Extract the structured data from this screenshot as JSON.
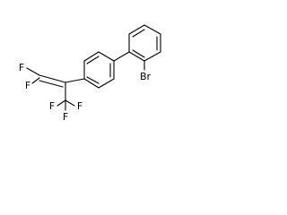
{
  "molecule": {
    "atoms": [
      {
        "id": "F1",
        "label": "F"
      },
      {
        "id": "F2",
        "label": "F"
      },
      {
        "id": "F3",
        "label": "F"
      },
      {
        "id": "F4",
        "label": "F"
      },
      {
        "id": "F5",
        "label": "F"
      },
      {
        "id": "Br",
        "label": "Br"
      }
    ]
  }
}
